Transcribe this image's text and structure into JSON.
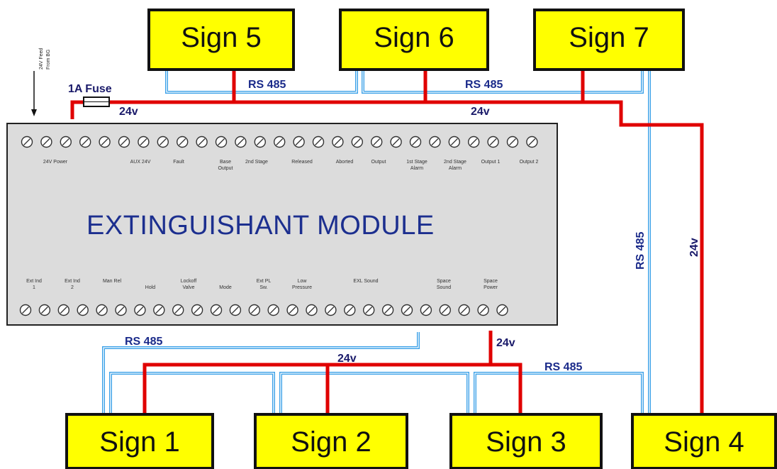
{
  "module": {
    "title": "EXTINGUISHANT MODULE",
    "top_terminal_labels": [
      "24V Power",
      "AUX 24V",
      "Fault",
      "Base Output",
      "2nd Stage",
      "Released",
      "Aborted",
      "Output",
      "1st Stage Alarm",
      "2nd Stage Alarm",
      "Output 1",
      "Output 2"
    ],
    "bottom_terminal_labels": [
      "Ext Ind 1",
      "Ext Ind 2",
      "Man Rel",
      "Hold",
      "Lockoff Valve",
      "Mode",
      "Ext PL Sw.",
      "Low Pressure",
      "EXL Sound",
      "Space Sound",
      "Space Power"
    ]
  },
  "signs": {
    "sign1": "Sign 1",
    "sign2": "Sign 2",
    "sign3": "Sign 3",
    "sign4": "Sign 4",
    "sign5": "Sign 5",
    "sign6": "Sign 6",
    "sign7": "Sign 7"
  },
  "labels": {
    "fuse": "1A Fuse",
    "v24": "24v",
    "rs485": "RS 485",
    "supply_note": [
      "24V Feed",
      "From BG"
    ]
  },
  "colors": {
    "sign_fill": "#ffff00",
    "power_wire": "#e00000",
    "data_wire": "#3aa0e8",
    "module_fill": "#dcdcdc",
    "module_title": "#1c2f8f"
  }
}
